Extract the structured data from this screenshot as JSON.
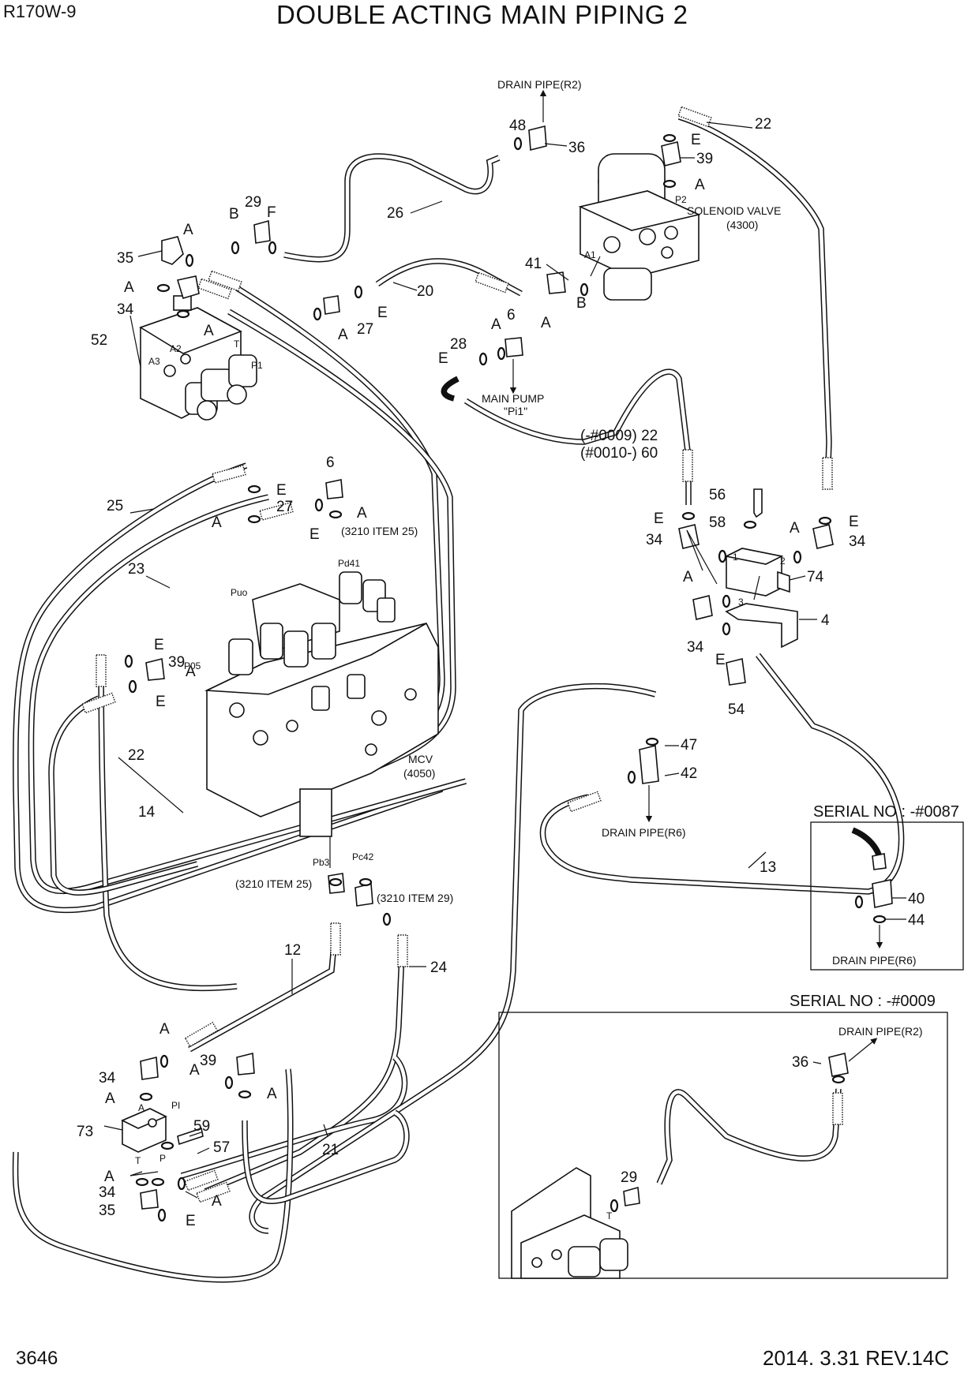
{
  "header": {
    "model": "R170W-9",
    "title": "DOUBLE ACTING MAIN PIPING 2"
  },
  "footer": {
    "page_number": "3646",
    "date_rev": "2014. 3.31  REV.14C"
  },
  "annotations": {
    "drain_r2_top": "DRAIN PIPE(R2)",
    "solenoid_valve": "SOLENOID VALVE",
    "solenoid_code": "(4300)",
    "main_pump": "MAIN PUMP",
    "main_pump_port": "\"Pi1\"",
    "serial_0009_22": "(-#0009) 22",
    "serial_0010_60": "(#0010-) 60",
    "mcv": "MCV",
    "mcv_code": "(4050)",
    "item_3210_25_a": "(3210 ITEM 25)",
    "item_3210_25_b": "(3210 ITEM 25)",
    "item_3210_29": "(3210 ITEM 29)",
    "drain_r6": "DRAIN PIPE(R6)",
    "port_pd41": "Pd41",
    "port_puo": "Puo",
    "port_p05": "P05",
    "port_pb3": "Pb3",
    "port_pc42": "Pc42",
    "port_a1": "A1",
    "port_p2": "P2",
    "port_a2": "A2",
    "port_a3": "A3",
    "port_t": "T",
    "port_p1": "P1",
    "port_pi": "PI",
    "port_a_low": "A",
    "port_t_low": "T",
    "port_p_low": "P",
    "port_1": "1",
    "port_2": "2",
    "port_3": "3"
  },
  "insets": {
    "inset_0087": {
      "title": "SERIAL NO : -#0087",
      "labels": {
        "n40": "40",
        "n44": "44",
        "drain": "DRAIN PIPE(R6)"
      }
    },
    "inset_0009": {
      "title": "SERIAL NO : -#0009",
      "labels": {
        "drain": "DRAIN PIPE(R2)",
        "n36": "36",
        "n29": "29",
        "port_t": "T"
      }
    }
  },
  "callouts": {
    "n48": "48",
    "n36": "36",
    "n22_top": "22",
    "e_sol_1": "E",
    "n39_sol": "39",
    "a_sol": "A",
    "n29": "29",
    "b_top": "B",
    "f_top": "F",
    "n26": "26",
    "a_topleft": "A",
    "n35_top": "35",
    "a_35": "A",
    "n34_top": "34",
    "n52": "52",
    "a_block": "A",
    "n20": "20",
    "e_20": "E",
    "n27_top": "27",
    "a_27": "A",
    "n41": "41",
    "a_41": "A",
    "b_41": "B",
    "n6_top": "6",
    "a_6": "A",
    "n28": "28",
    "e_28": "E",
    "n6_mid": "6",
    "e_6": "E",
    "n27_mid": "27",
    "a_27mid": "A",
    "e_27mid": "E",
    "a_6mid": "A",
    "n25": "25",
    "n23": "23",
    "e_39l": "E",
    "n39_l": "39",
    "a_39l": "A",
    "e_39l2": "E",
    "n22_left": "22",
    "n14": "14",
    "e_rt": "E",
    "n34_rt1": "34",
    "n56": "56",
    "n58": "58",
    "a_rt": "A",
    "e_rt2": "E",
    "n34_rt2": "34",
    "n74": "74",
    "a_74": "A",
    "n4": "4",
    "n34_rt3": "34",
    "e_rt3": "E",
    "n54": "54",
    "n47": "47",
    "n42": "42",
    "n13": "13",
    "n12": "12",
    "n24": "24",
    "n21": "21",
    "a_bl1": "A",
    "n34_bl": "34",
    "a_bl2": "A",
    "n39_bl": "39",
    "a_bl3": "A",
    "a_bl4": "A",
    "n73": "73",
    "n59": "59",
    "n57": "57",
    "a_bl5": "A",
    "n34_bl2": "34",
    "n35_bl": "35",
    "e_bl": "E",
    "a_bl6": "A"
  }
}
